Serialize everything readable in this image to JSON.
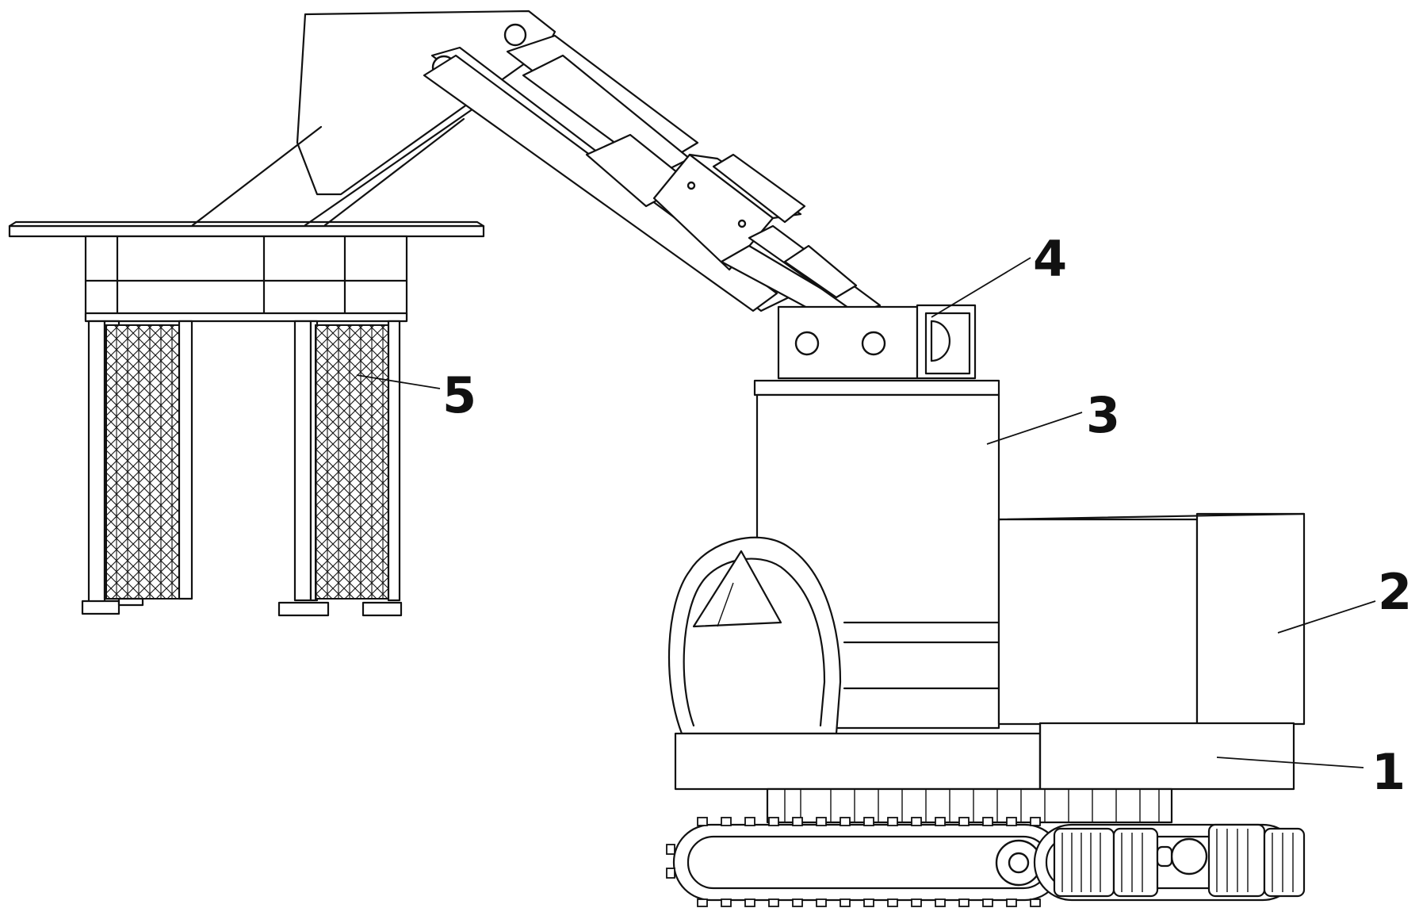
{
  "callouts": [
    {
      "id": "1",
      "label": "1"
    },
    {
      "id": "2",
      "label": "2"
    },
    {
      "id": "3",
      "label": "3"
    },
    {
      "id": "4",
      "label": "4"
    },
    {
      "id": "5",
      "label": "5"
    }
  ],
  "colors": {
    "line": "#111111",
    "background": "#ffffff"
  }
}
